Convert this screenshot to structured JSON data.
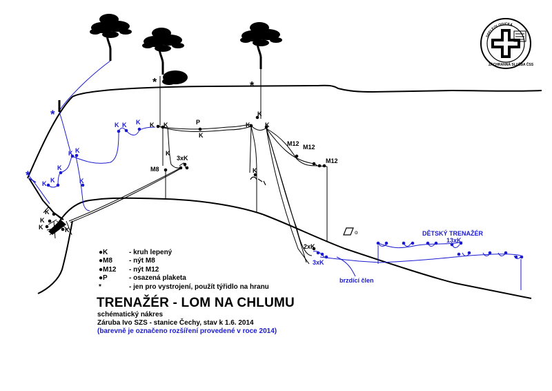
{
  "labels": {
    "k": "K",
    "m8": "M8",
    "m12": "M12",
    "p": "P",
    "x3k": "3xK",
    "x2k": "2xK",
    "star": "*",
    "small_o": "o",
    "children_trainer_title": "DĚTSKÝ TRENAŽÉR",
    "children_trainer_count": "13xK",
    "brake": "brzdící člen"
  },
  "legend": [
    {
      "key": "●K",
      "text": "- kruh lepený"
    },
    {
      "key": "●M8",
      "text": "- nýt M8"
    },
    {
      "key": "●M12",
      "text": "- nýt M12"
    },
    {
      "key": "●P",
      "text": "- osazená plaketa"
    },
    {
      "key": "*",
      "text": "- jen pro vystrojení, použít týřidlo na hranu"
    }
  ],
  "title": "TRENAŽÉR - LOM NA CHLUMU",
  "subtitle": "schématický nákres",
  "author": "Záruba Ivo  SZS - stanice Čechy, stav k 1.6. 2014",
  "note": "(barevně je označeno rozšíření provedené v roce 2014)",
  "logo": {
    "ring_text_top": "SPELEOLOGICKÁ",
    "ring_text_bottom": "ZÁCHRANNÁ SLUŽBA ČSS"
  },
  "colors": {
    "black": "#000000",
    "blue": "#1a1ad0"
  }
}
